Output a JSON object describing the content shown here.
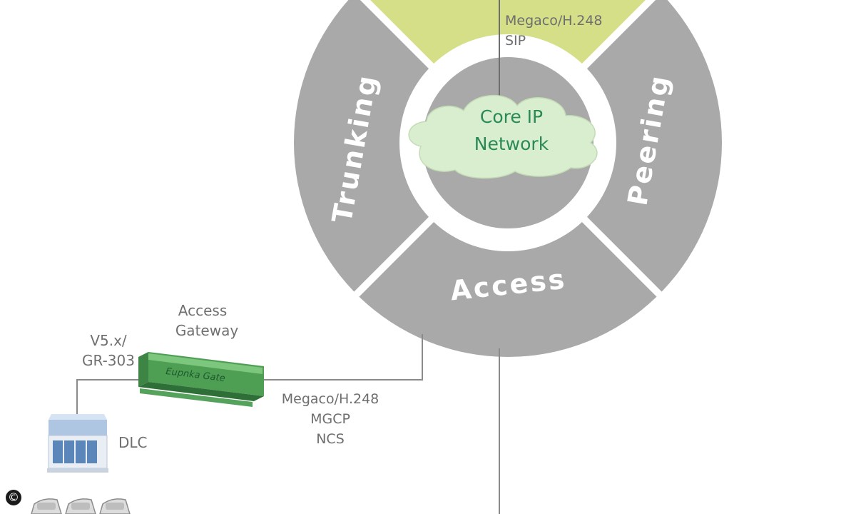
{
  "ring": {
    "segments": [
      {
        "id": "trunking",
        "label": "Trunking",
        "color": "#a9a9a9"
      },
      {
        "id": "peering",
        "label": "Peering",
        "color": "#a9a9a9"
      },
      {
        "id": "access",
        "label": "Access",
        "color": "#a9a9a9"
      },
      {
        "id": "top",
        "label": "",
        "color": "#d4df88"
      }
    ],
    "core": {
      "line1": "Core IP",
      "line2": "Network",
      "cloud_color": "#d9edcf"
    }
  },
  "protocols_top": {
    "line1": "Megaco/H.248",
    "line2": "SIP"
  },
  "protocols_access": {
    "line1": "Megaco/H.248",
    "line2": "MGCP",
    "line3": "NCS"
  },
  "gateway": {
    "title_line1": "Access",
    "title_line2": "Gateway",
    "device_text": "Eupnka Gate",
    "color": "#5fb863"
  },
  "interface": {
    "line1": "V5.x/",
    "line2": "GR-303"
  },
  "dlc": {
    "label": "DLC"
  },
  "copyright_symbol": "©",
  "colors": {
    "line": "#8a8a8a",
    "segment_grey": "#a9a9a9",
    "segment_green": "#d4df88",
    "label_grey": "#6e6e6e",
    "core_text": "#2a8a55"
  }
}
